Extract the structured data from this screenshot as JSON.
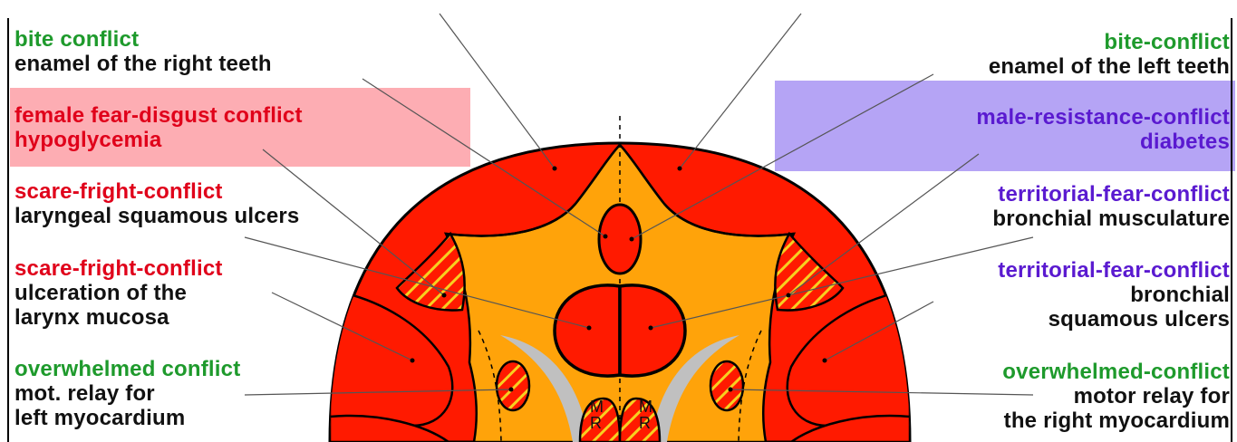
{
  "colors": {
    "female_box": "#fdadb3",
    "male_box": "#b5a4f5",
    "relay_red": "#ff1a00",
    "medulla_orange": "#ffa30a",
    "hatch": "#f7d020",
    "gray_curve": "#c0c0c0"
  },
  "labels": {
    "bite_left": {
      "conflict": "bite conflict",
      "organ": "enamel of the right teeth"
    },
    "female": {
      "conflict": "female fear-disgust conflict",
      "organ": "hypoglycemia"
    },
    "scare1": {
      "conflict": "scare-fright-conflict",
      "organ": "laryngeal squamous ulcers"
    },
    "scare2": {
      "conflict": "scare-fright-conflict",
      "organ_line1": "ulceration of the",
      "organ_line2": "larynx mucosa"
    },
    "overwhelmed_left": {
      "conflict": "overwhelmed conflict",
      "organ_line1": "mot. relay for",
      "organ_line2": "left myocardium"
    },
    "bite_right": {
      "conflict": "bite-conflict",
      "organ": "enamel of the left teeth"
    },
    "male": {
      "conflict": "male-resistance-conflict",
      "organ": "diabetes"
    },
    "territorial1": {
      "conflict": "territorial-fear-conflict",
      "organ": "bronchial musculature"
    },
    "territorial2": {
      "conflict": "territorial-fear-conflict",
      "organ_line1": "bronchial",
      "organ_line2": "squamous ulcers"
    },
    "overwhelmed_right": {
      "conflict": "overwhelmed-conflict",
      "organ_line1": "motor relay for",
      "organ_line2": "the right myocardium"
    }
  },
  "relay_marks": {
    "left": "M",
    "left_sub": "R",
    "right": "M",
    "right_sub": "R"
  }
}
